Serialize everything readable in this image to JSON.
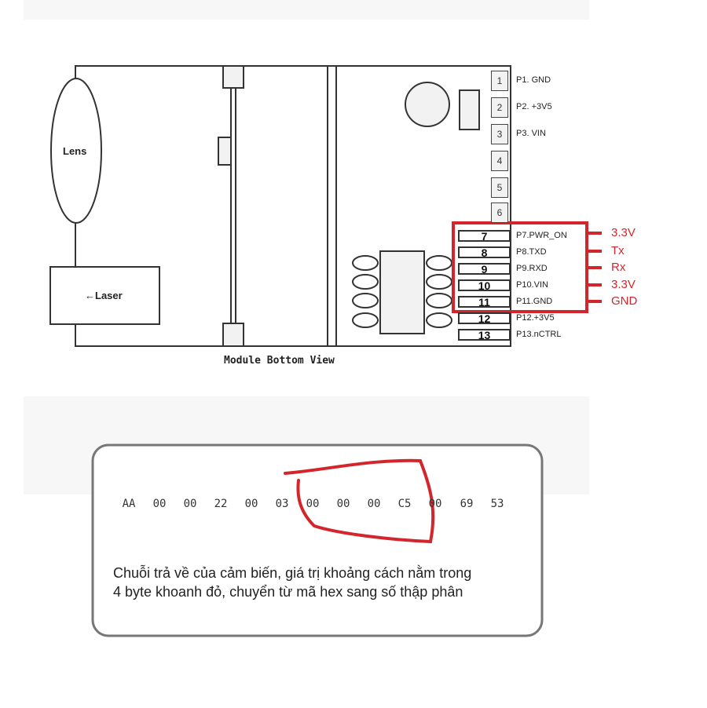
{
  "diagram": {
    "lens_label": "Lens",
    "laser_label": "←Laser",
    "caption": "Module Bottom View",
    "pins_top": [
      {
        "num": "1",
        "label": "P1. GND"
      },
      {
        "num": "2",
        "label": "P2. +3V5"
      },
      {
        "num": "3",
        "label": "P3. VIN"
      },
      {
        "num": "4",
        "label": ""
      },
      {
        "num": "5",
        "label": ""
      },
      {
        "num": "6",
        "label": ""
      }
    ],
    "pins_bottom": [
      {
        "num": "7",
        "label": "P7.PWR_ON"
      },
      {
        "num": "8",
        "label": "P8.TXD"
      },
      {
        "num": "9",
        "label": "P9.RXD"
      },
      {
        "num": "10",
        "label": "P10.VIN"
      },
      {
        "num": "11",
        "label": "P11.GND"
      },
      {
        "num": "12",
        "label": "P12.+3V5"
      },
      {
        "num": "13",
        "label": "P13.nCTRL"
      }
    ],
    "connections": [
      "3.3V",
      "Tx",
      "Rx",
      "3.3V",
      "GND"
    ],
    "highlight_color": "#d3262c"
  },
  "frame": {
    "bytes": [
      "AA",
      "00",
      "00",
      "22",
      "00",
      "03",
      "00",
      "00",
      "00",
      "C5",
      "00",
      "69",
      "53"
    ],
    "note_line1": "Chuỗi trả về của cảm biến, giá trị khoảng cách nằm trong",
    "note_line2": "4 byte khoanh đỏ, chuyển từ mã hex sang số thập phân"
  }
}
